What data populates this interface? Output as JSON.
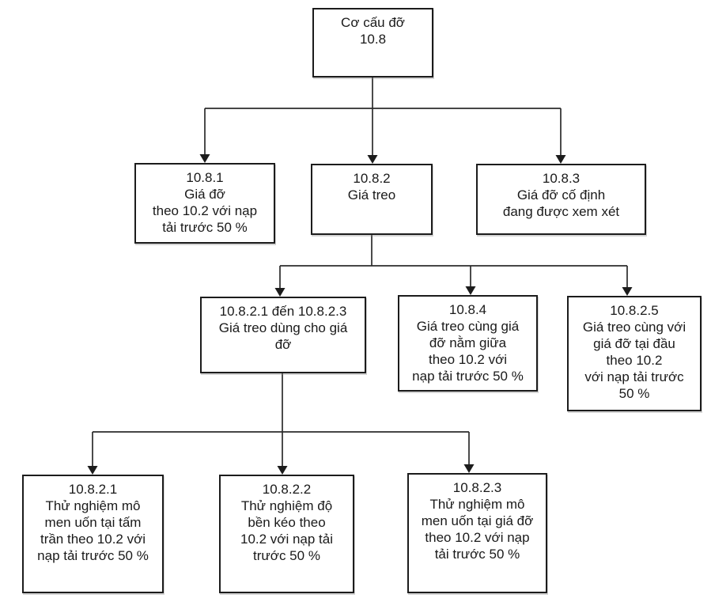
{
  "diagram": {
    "type": "flowchart-hierarchy",
    "background_color": "#ffffff",
    "box_border_color": "#1c1c1c",
    "line_color": "#2b2b2b",
    "text_color": "#1a1a1a",
    "nodes": {
      "root": {
        "label": "Cơ cấu đỡ\n10.8"
      },
      "n1081": {
        "label": "10.8.1\nGiá đỡ\ntheo 10.2 với nạp\ntải trước 50 %"
      },
      "n1082": {
        "label": "10.8.2\nGiá treo"
      },
      "n1083": {
        "label": "10.8.3\nGiá đỡ cố định\nđang được xem xét"
      },
      "n10821_3": {
        "label": "10.8.2.1 đến 10.8.2.3\nGiá treo dùng cho giá\nđỡ"
      },
      "n1084": {
        "label": "10.8.4\nGiá treo cùng giá\nđỡ nằm giữa\ntheo 10.2 với\nnạp tải trước 50 %"
      },
      "n10825": {
        "label": "10.8.2.5\nGiá treo cùng với\ngiá đỡ tại đầu\ntheo 10.2\nvới nạp tải trước\n50 %"
      },
      "n10821": {
        "label": "10.8.2.1\nThử nghiệm mô\nmen uốn tại tấm\ntrần theo 10.2 với\nnạp tải trước 50 %"
      },
      "n10822": {
        "label": "10.8.2.2\nThử nghiệm độ\nbền kéo theo\n10.2 với nạp tải\ntrước 50 %"
      },
      "n10823": {
        "label": "10.8.2.3\nThử nghiệm mô\nmen uốn tại giá đỡ\ntheo 10.2 với nạp\ntải trước 50 %"
      }
    },
    "edges": [
      {
        "from": "10.8",
        "to": "10.8.1"
      },
      {
        "from": "10.8",
        "to": "10.8.2"
      },
      {
        "from": "10.8",
        "to": "10.8.3"
      },
      {
        "from": "10.8.2",
        "to": "10.8.2.1 đến 10.8.2.3"
      },
      {
        "from": "10.8.2",
        "to": "10.8.4"
      },
      {
        "from": "10.8.2",
        "to": "10.8.2.5"
      },
      {
        "from": "10.8.2.1 đến 10.8.2.3",
        "to": "10.8.2.1"
      },
      {
        "from": "10.8.2.1 đến 10.8.2.3",
        "to": "10.8.2.2"
      },
      {
        "from": "10.8.2.1 đến 10.8.2.3",
        "to": "10.8.2.3"
      }
    ]
  }
}
